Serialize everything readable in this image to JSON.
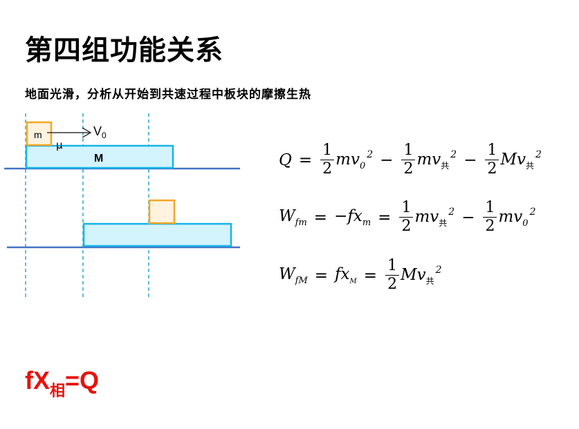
{
  "title": "第四组功能关系",
  "subtitle": "地面光滑，分析从开始到共速过程中板块的摩擦生热",
  "diagram": {
    "block_label": "m",
    "board_label": "M",
    "velocity_label": "V",
    "velocity_sub": "0",
    "friction_label": "μ",
    "colors": {
      "block_fill": "#fdf3df",
      "block_stroke": "#f5a623",
      "board_fill": "#d3f3fd",
      "board_stroke": "#15b4ea",
      "ground": "#4472c4",
      "dash": "#5bc0d8"
    }
  },
  "equations": {
    "eq1": {
      "lhs": "Q",
      "eq": "=",
      "one": "1",
      "two": "2",
      "m": "mv",
      "sub0": "0",
      "sq": "2",
      "minus": "−",
      "M": "Mv",
      "gong": "共"
    },
    "eq2": {
      "lhs": "W",
      "lhs_sub": "fm",
      "eq": "=",
      "neg": "−fx",
      "x_sub": "m",
      "one": "1",
      "two": "2",
      "m": "mv",
      "sub0": "0",
      "sq": "2",
      "minus": "−",
      "gong": "共"
    },
    "eq3": {
      "lhs": "W",
      "lhs_sub": "fM",
      "eq": "=",
      "fx": "fx",
      "x_sub": "M",
      "one": "1",
      "two": "2",
      "M": "Mv",
      "sq": "2",
      "gong": "共"
    }
  },
  "result": {
    "pre": "fX",
    "sub": "相",
    "post": "=Q",
    "color": "#e8120c"
  }
}
